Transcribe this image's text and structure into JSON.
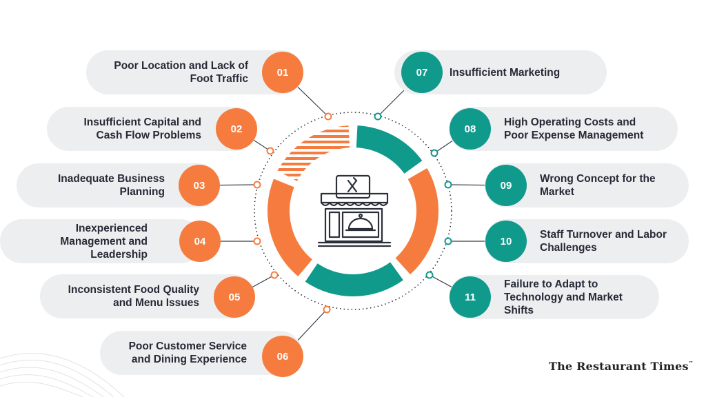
{
  "colors": {
    "orange": "#f57c3e",
    "teal": "#109a8c",
    "pill_bg": "#edeeef",
    "text": "#262a36"
  },
  "center_icon": "restaurant-storefront-icon",
  "items": [
    {
      "num": "01",
      "label": "Poor Location and Lack of Foot Traffic",
      "side": "left"
    },
    {
      "num": "02",
      "label": "Insufficient Capital and Cash Flow Problems",
      "side": "left"
    },
    {
      "num": "03",
      "label": "Inadequate Business Planning",
      "side": "left"
    },
    {
      "num": "04",
      "label": "Inexperienced Management and Leadership",
      "side": "left"
    },
    {
      "num": "05",
      "label": "Inconsistent Food Quality and Menu Issues",
      "side": "left"
    },
    {
      "num": "06",
      "label": "Poor Customer Service and Dining Experience",
      "side": "left"
    },
    {
      "num": "07",
      "label": "Insufficient Marketing",
      "side": "right"
    },
    {
      "num": "08",
      "label": "High Operating Costs and Poor Expense Management",
      "side": "right"
    },
    {
      "num": "09",
      "label": "Wrong Concept for the Market",
      "side": "right"
    },
    {
      "num": "10",
      "label": "Staff Turnover and Labor Challenges",
      "side": "right"
    },
    {
      "num": "11",
      "label": "Failure to Adapt to Technology and Market Shifts",
      "side": "right"
    }
  ],
  "brand": {
    "name": "The Restaurant Times",
    "mark": "™"
  }
}
